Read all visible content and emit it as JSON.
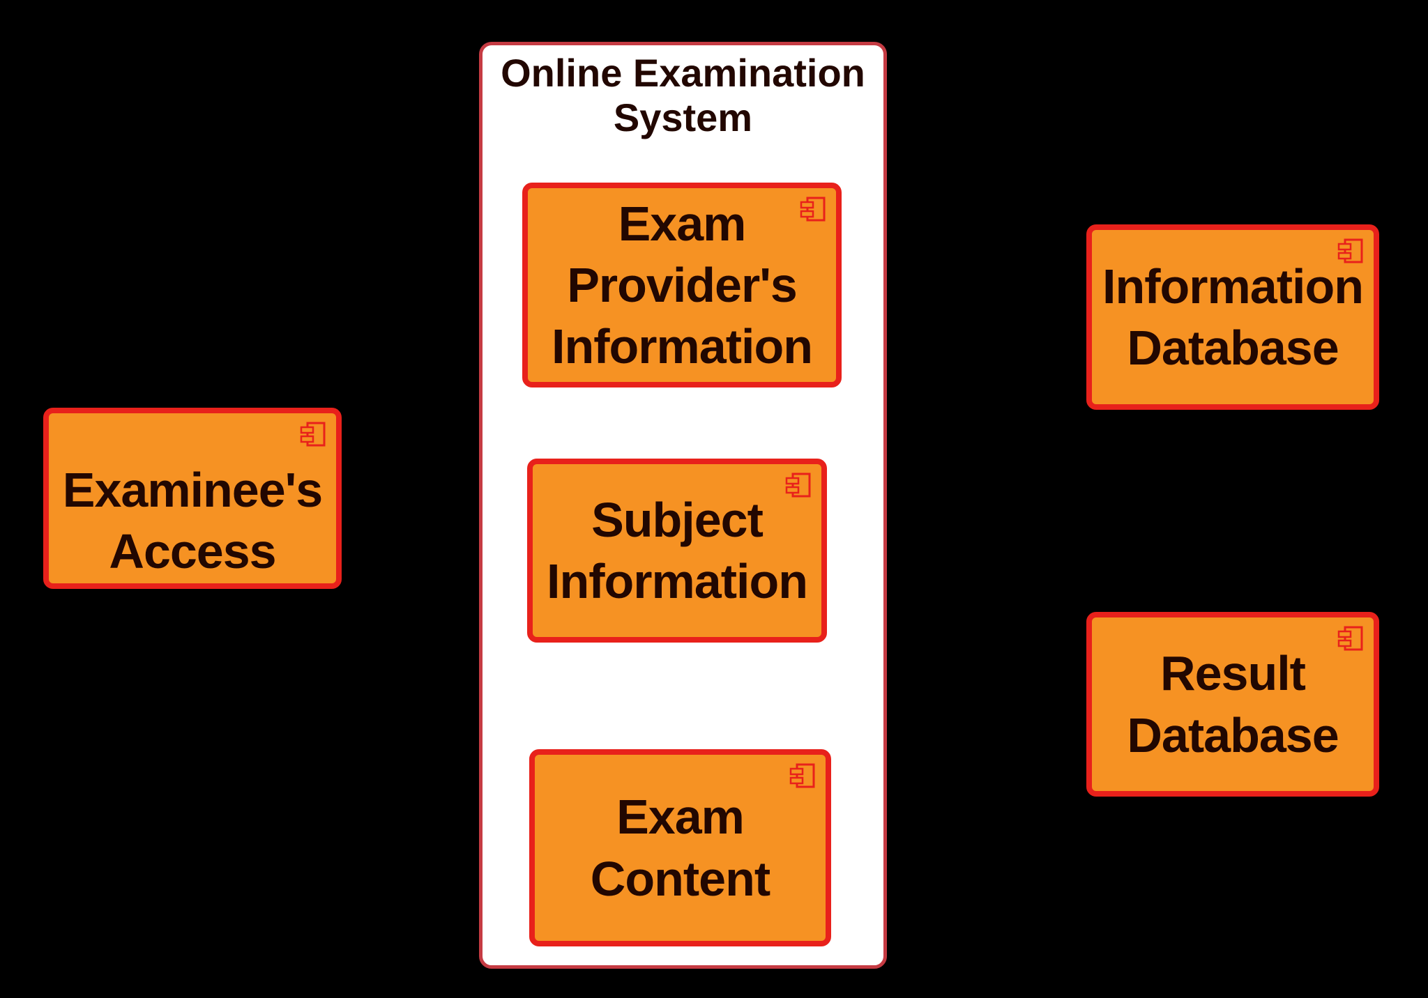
{
  "colors": {
    "background": "#000000",
    "component_fill": "#F69223",
    "component_border": "#E8211B",
    "container_fill": "#FFFFFF",
    "container_border": "#C53B43",
    "text": "#220701"
  },
  "diagram": {
    "type": "uml-component-diagram",
    "system_container": {
      "title": "Online Examination\nSystem",
      "components": [
        {
          "label": "Exam\nProvider's\nInformation",
          "icon": "uml-component-icon"
        },
        {
          "label": "Subject\nInformation",
          "icon": "uml-component-icon"
        },
        {
          "label": "Exam\nContent",
          "icon": "uml-component-icon"
        }
      ]
    },
    "external_components": [
      {
        "label": "Examinee's\nAccess",
        "icon": "uml-component-icon"
      },
      {
        "label": "Information\nDatabase",
        "icon": "uml-component-icon"
      },
      {
        "label": "Result\nDatabase",
        "icon": "uml-component-icon"
      }
    ]
  }
}
